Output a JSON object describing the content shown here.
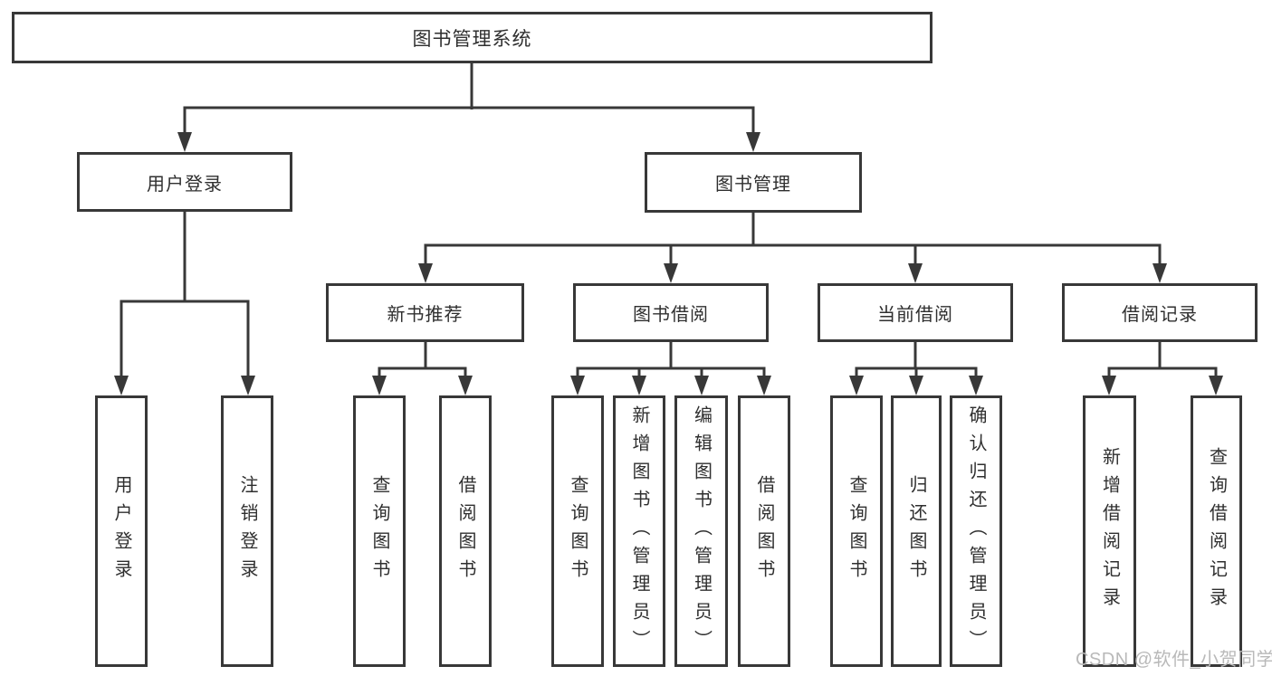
{
  "diagram_title": "图书管理系统",
  "watermark": "CSDN @软件_小贺同学",
  "colors": {
    "line": "#383838",
    "text": "#2f2f2f",
    "box_background": "#ffffff",
    "watermark": "#b9b9b9"
  },
  "nodes": {
    "root": "图书管理系统",
    "user_login": "用户登录",
    "book_mgmt": "图书管理",
    "new_book_rec": "新书推荐",
    "book_borrow": "图书借阅",
    "current_borrow": "当前借阅",
    "borrow_records": "借阅记录",
    "login": "用户登录",
    "logout": "注销登录",
    "nbr_query_books": "查询图书",
    "nbr_borrow_books": "借阅图书",
    "bb_query_books": "查询图书",
    "bb_add_books": "新增图书（管理员）",
    "bb_edit_books": "编辑图书（管理员）",
    "bb_borrow_books": "借阅图书",
    "cb_query_books": "查询图书",
    "cb_return_books": "归还图书",
    "cb_confirm_return": "确认归还（管理员）",
    "br_add_record": "新增借阅记录",
    "br_query_record": "查询借阅记录"
  },
  "hierarchy": {
    "图书管理系统": {
      "用户登录": [
        "用户登录",
        "注销登录"
      ],
      "图书管理": {
        "新书推荐": [
          "查询图书",
          "借阅图书"
        ],
        "图书借阅": [
          "查询图书",
          "新增图书（管理员）",
          "编辑图书（管理员）",
          "借阅图书"
        ],
        "当前借阅": [
          "查询图书",
          "归还图书",
          "确认归还（管理员）"
        ],
        "借阅记录": [
          "新增借阅记录",
          "查询借阅记录"
        ]
      }
    }
  }
}
